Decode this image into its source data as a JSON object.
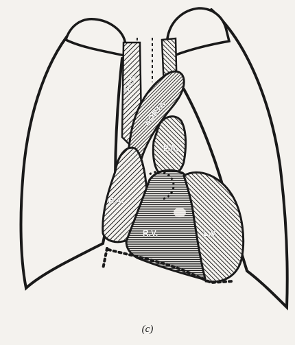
{
  "labels": {
    "svc": "S.V.C.",
    "aorta": "AORTA",
    "pa": "P.A.",
    "ra": "R.A.",
    "rv": "R.V.",
    "lv": "L.V."
  },
  "caption": "(c)",
  "colors": {
    "ink": "#1a1a1a",
    "paper": "#f4f2ee"
  }
}
